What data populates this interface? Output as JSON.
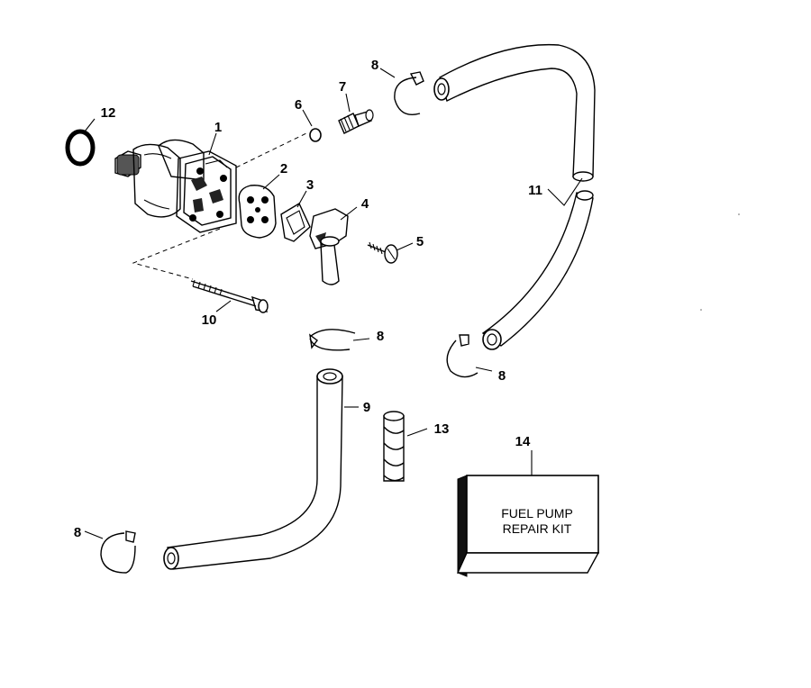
{
  "diagram": {
    "kit_label": {
      "line1": "FUEL PUMP",
      "line2": "REPAIR KIT"
    },
    "callouts": [
      {
        "id": "c1",
        "label": "1",
        "part": "fuel-pump-body"
      },
      {
        "id": "c2",
        "label": "2",
        "part": "diaphragm"
      },
      {
        "id": "c3",
        "label": "3",
        "part": "gasket"
      },
      {
        "id": "c4",
        "label": "4",
        "part": "elbow-fitting"
      },
      {
        "id": "c5",
        "label": "5",
        "part": "screw"
      },
      {
        "id": "c6",
        "label": "6",
        "part": "o-ring"
      },
      {
        "id": "c7",
        "label": "7",
        "part": "fitting"
      },
      {
        "id": "c8a",
        "label": "8",
        "part": "hose-clamp"
      },
      {
        "id": "c8b",
        "label": "8",
        "part": "hose-clamp"
      },
      {
        "id": "c8c",
        "label": "8",
        "part": "hose-clamp"
      },
      {
        "id": "c8d",
        "label": "8",
        "part": "hose-clamp"
      },
      {
        "id": "c9",
        "label": "9",
        "part": "fuel-hose"
      },
      {
        "id": "c10",
        "label": "10",
        "part": "bolt"
      },
      {
        "id": "c11",
        "label": "11",
        "part": "fuel-hose"
      },
      {
        "id": "c12",
        "label": "12",
        "part": "o-ring"
      },
      {
        "id": "c13",
        "label": "13",
        "part": "spring-guard"
      },
      {
        "id": "c14",
        "label": "14",
        "part": "repair-kit"
      }
    ]
  }
}
